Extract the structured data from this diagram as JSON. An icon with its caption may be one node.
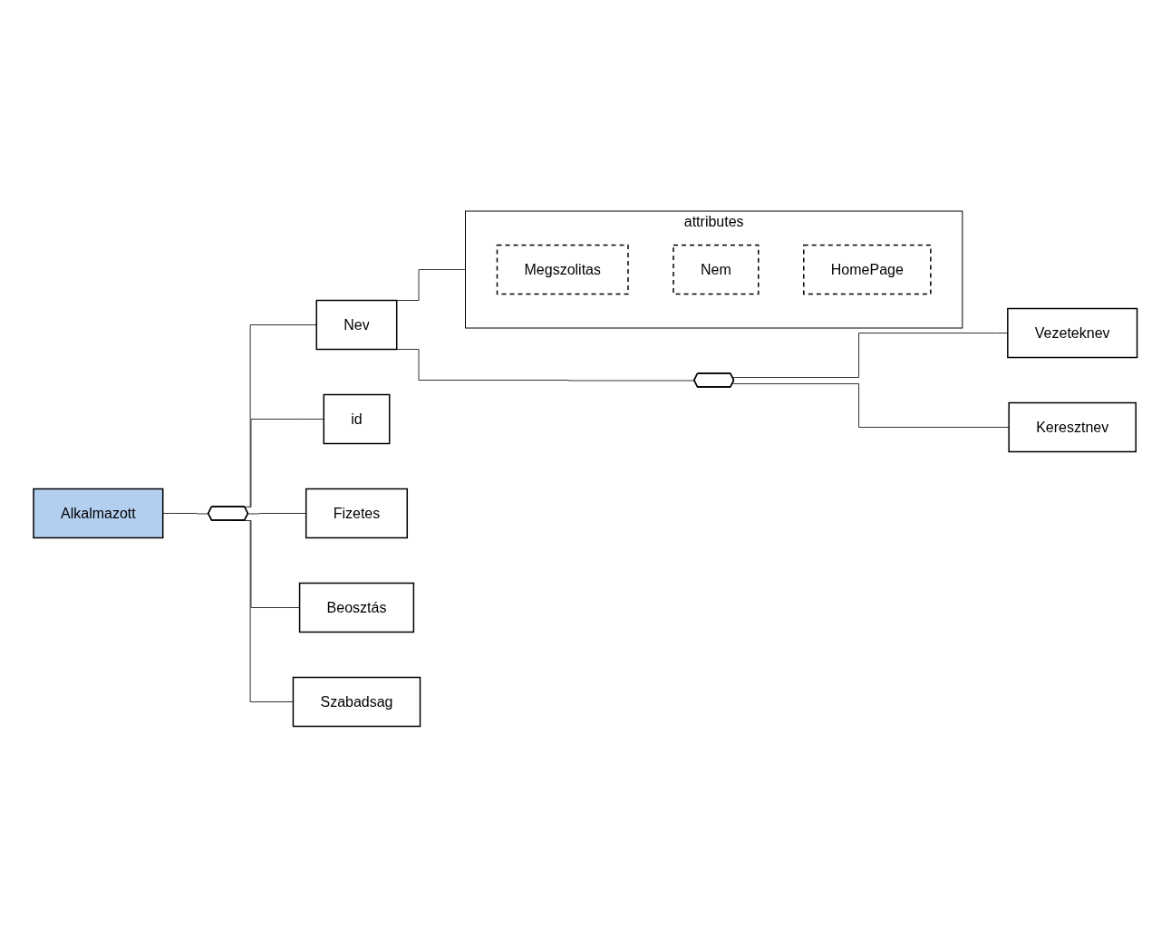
{
  "diagram": {
    "nodes": [
      {
        "text": [
          "Alkalmazott"
        ]
      },
      {
        "text": [],
        "shape": "octagon"
      },
      {
        "text": [
          "Nev"
        ]
      },
      {
        "text": [
          "attributes"
        ]
      },
      {
        "text": [
          "Megszolitas"
        ],
        "in": 3
      },
      {
        "text": [
          "Nem"
        ],
        "in": 3
      },
      {
        "text": [
          "HomePage"
        ],
        "in": 3
      },
      {
        "text": [],
        "shape": "octagon"
      },
      {
        "text": [
          "Vezeteknev"
        ]
      },
      {
        "text": [
          "Keresztnev"
        ]
      },
      {
        "text": [
          "id"
        ]
      },
      {
        "text": [
          "Fizetes"
        ]
      },
      {
        "text": [
          "Beosztás"
        ]
      },
      {
        "text": [
          "Szabadsag"
        ]
      }
    ],
    "edges": [
      {
        "from": 0,
        "to": 1,
        "arrow": "none"
      },
      {
        "from": 1,
        "to": 2,
        "arrow": "none"
      },
      {
        "from": 1,
        "to": 10,
        "arrow": "none"
      },
      {
        "from": 1,
        "to": 11,
        "arrow": "none"
      },
      {
        "from": 1,
        "to": 12,
        "arrow": "none"
      },
      {
        "from": 1,
        "to": 13,
        "arrow": "none"
      },
      {
        "from": 2,
        "to": 3,
        "arrow": "none"
      },
      {
        "from": 2,
        "to": 7,
        "arrow": "none"
      },
      {
        "from": 7,
        "to": 8,
        "arrow": "none"
      },
      {
        "from": 7,
        "to": 9,
        "arrow": "none"
      }
    ]
  }
}
